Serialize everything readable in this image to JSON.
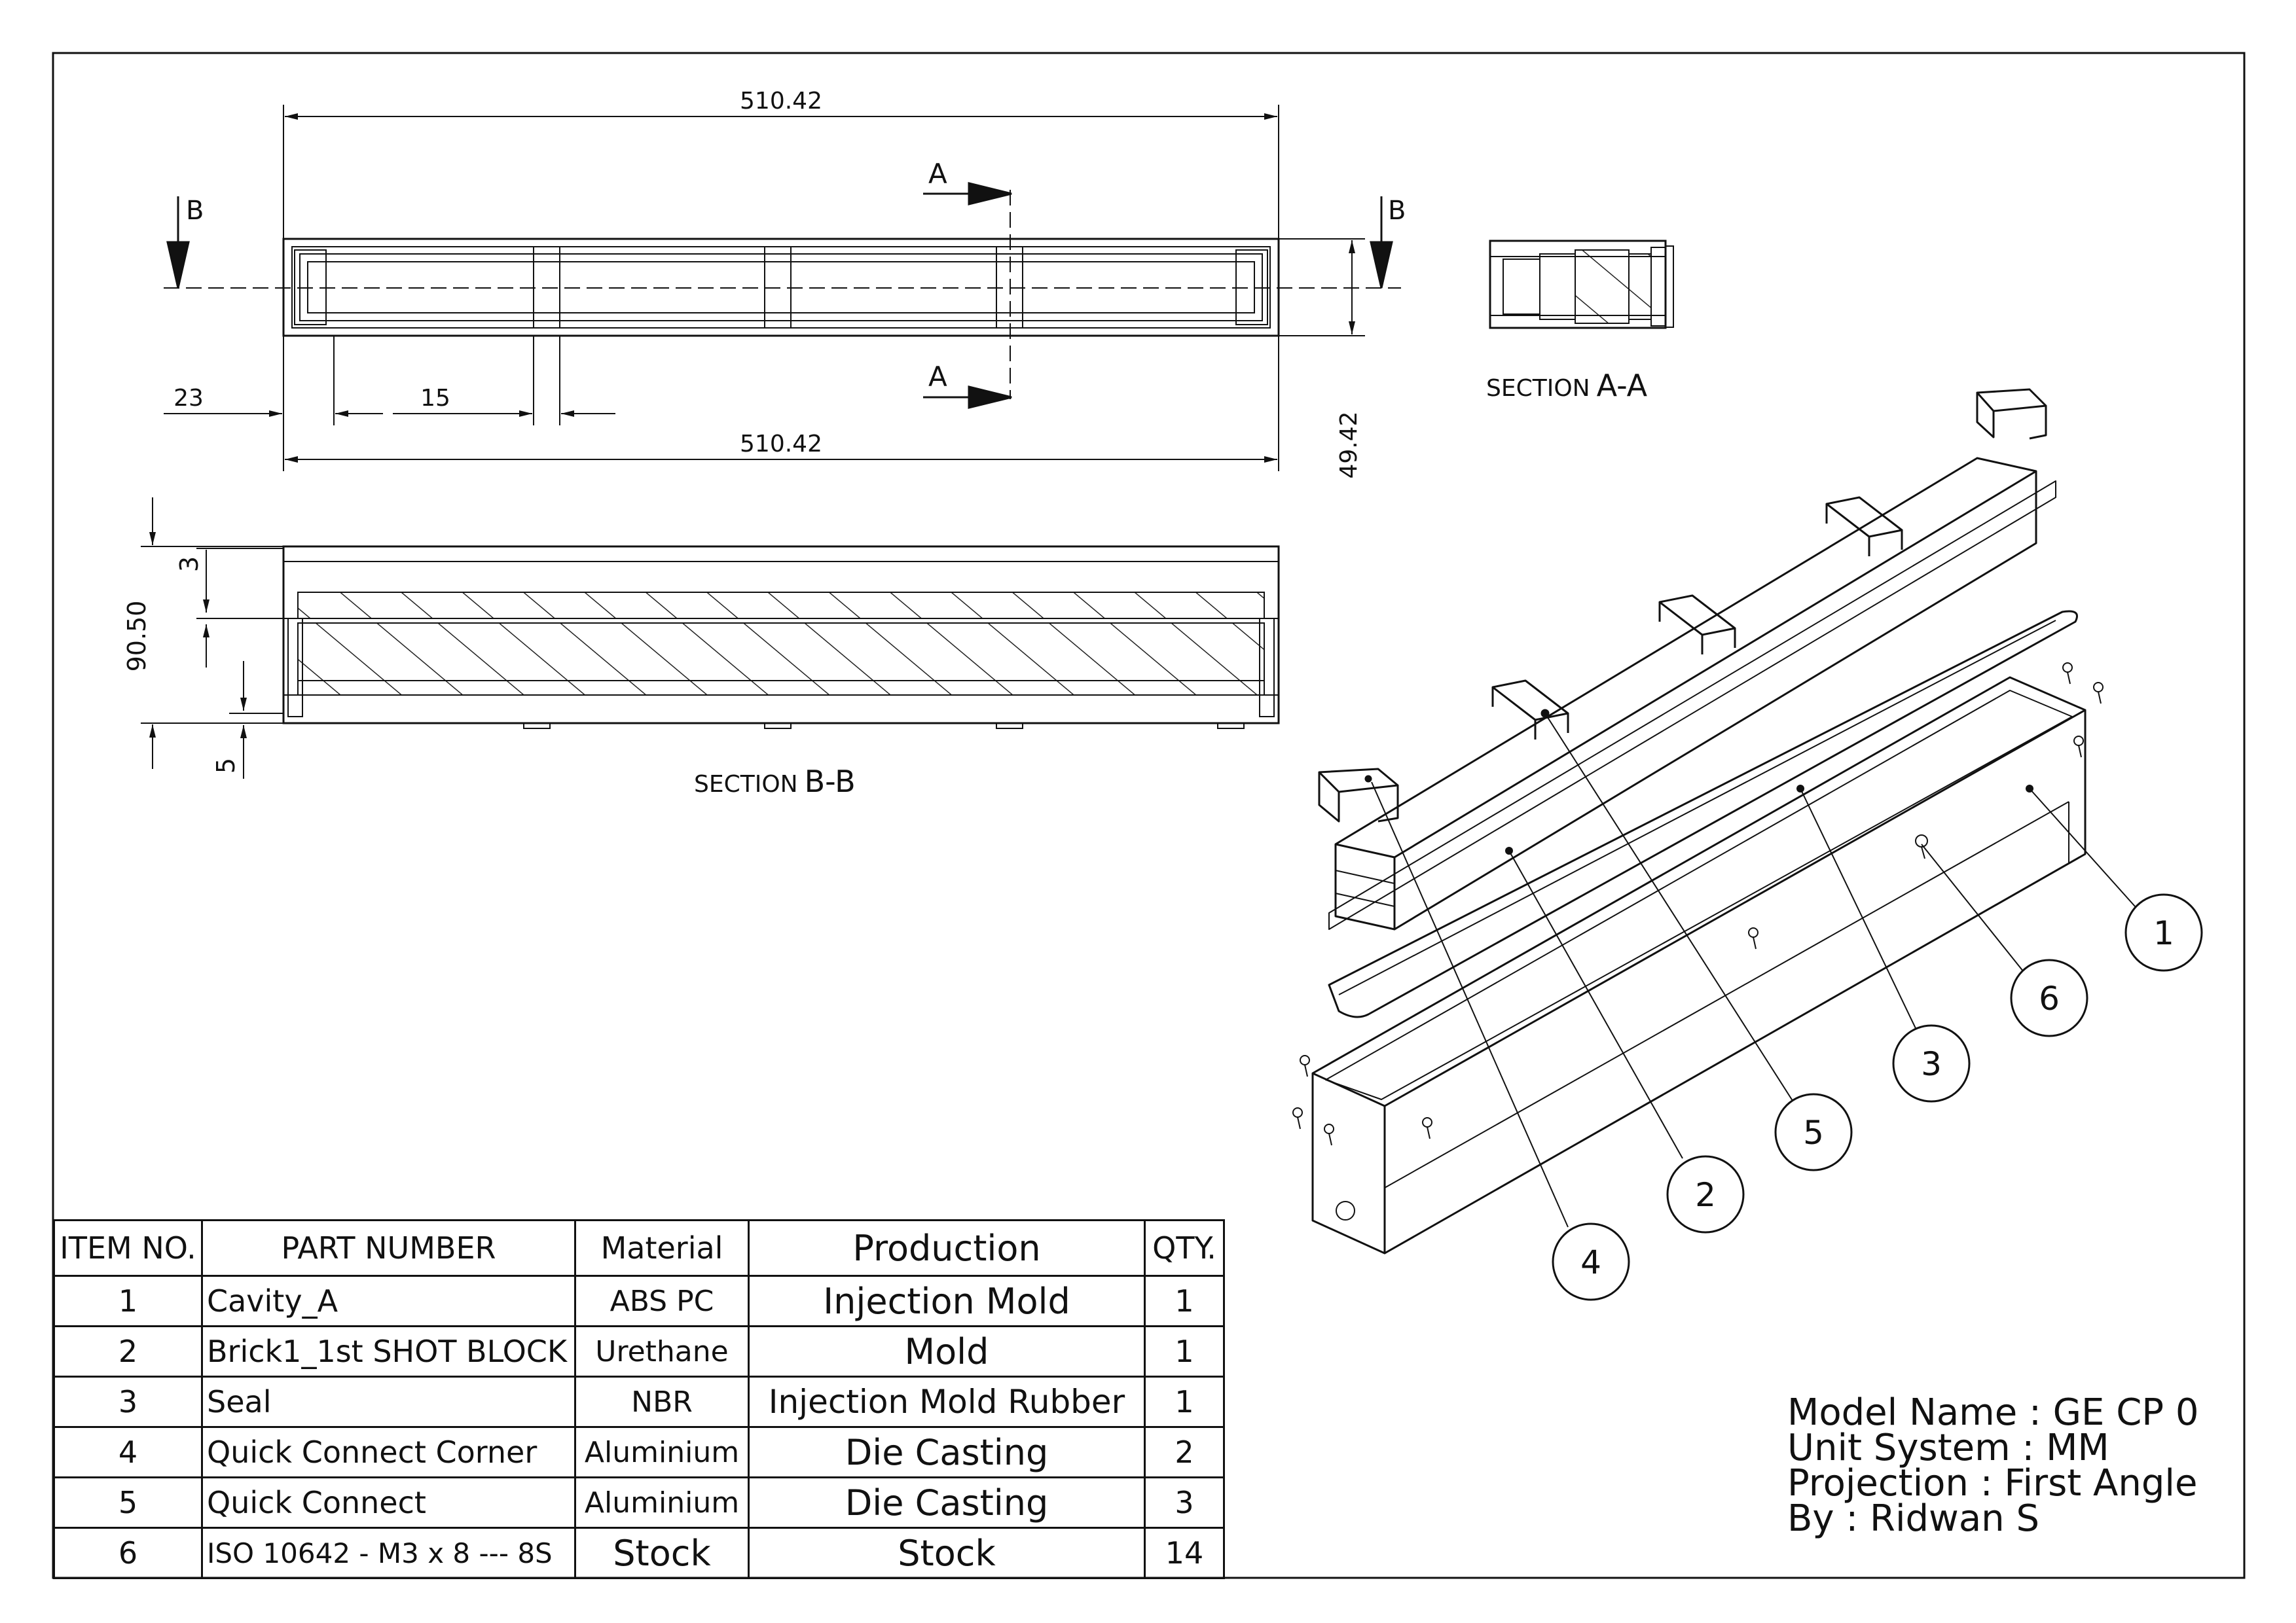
{
  "dimensions": {
    "top_overall": "510.42",
    "bottom_overall": "510.42",
    "left_offset": "23",
    "rib_width": "15",
    "height_plan": "49.42",
    "section_height": "90.50",
    "top_wall": "3",
    "bottom_wall": "5"
  },
  "section_markers": {
    "a_top": "A",
    "a_bottom": "A",
    "b_left": "B",
    "b_right": "B"
  },
  "section_labels": {
    "aa_prefix": "SECTION",
    "aa_id": "A-A",
    "bb_prefix": "SECTION",
    "bb_id": "B-B"
  },
  "balloons": [
    "1",
    "6",
    "3",
    "5",
    "2",
    "4"
  ],
  "bom": {
    "headers": [
      "ITEM NO.",
      "PART NUMBER",
      "Material",
      "Production",
      "QTY."
    ],
    "rows": [
      {
        "item": "1",
        "part": "Cavity_A",
        "material": "ABS PC",
        "production": "Injection Mold",
        "qty": "1"
      },
      {
        "item": "2",
        "part": "Brick1_1st SHOT BLOCK",
        "material": "Urethane",
        "production": "Mold",
        "qty": "1"
      },
      {
        "item": "3",
        "part": "Seal",
        "material": "NBR",
        "production": "Injection Mold Rubber",
        "qty": "1"
      },
      {
        "item": "4",
        "part": "Quick Connect Corner",
        "material": "Aluminium",
        "production": "Die Casting",
        "qty": "2"
      },
      {
        "item": "5",
        "part": "Quick Connect",
        "material": "Aluminium",
        "production": "Die Casting",
        "qty": "3"
      },
      {
        "item": "6",
        "part": "ISO 10642 - M3 x 8 --- 8S",
        "material": "Stock",
        "production": "Stock",
        "qty": "14"
      }
    ]
  },
  "title_info": {
    "model_name": "Model Name : GE CP 0",
    "unit_system": "Unit System : MM",
    "projection": "Projection : First Angle",
    "author": "By : Ridwan S"
  }
}
